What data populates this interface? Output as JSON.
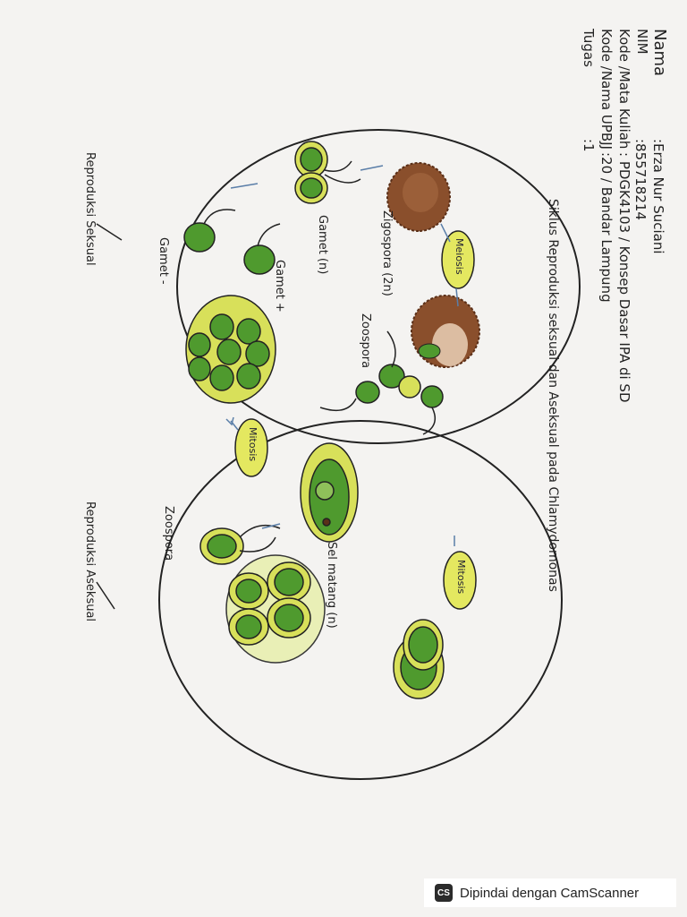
{
  "header": {
    "nama_label": "Nama",
    "nama_value": ":Erza Nur Suciani",
    "nim_label": "NIM",
    "nim_value": ":855718214",
    "kode_mk_label": "Kode /Mata Kuliah",
    "kode_mk_value": ": PDGK4103 / Konsep Dasar IPA di SD",
    "kode_upbjj_label": "Kode /Nama UPBJJ",
    "kode_upbjj_value": ":20 / Bandar Lampung",
    "tugas_label": "Tugas",
    "tugas_value": ":1"
  },
  "title": "Siklus Reproduksi seksual dan Aseksual pada Chlamydomonas",
  "labels": {
    "reproduksi_seksual": "Reproduksi Seksual",
    "reproduksi_aseksual": "Reproduksi Aseksual",
    "zigospora": "Zigospora (2n)",
    "zoospora_top": "Zoospora",
    "zoospora_bottom": "Zoospora",
    "gamet_n": "Gamet (n)",
    "gamet_plus": "Gamet +",
    "gamet_minus": "Gamet -",
    "sel_matang": "Sel matang (n)",
    "meiosis": "Meiosis",
    "mitosis_left": "Mitosis",
    "mitosis_right": "Mitosis"
  },
  "colors": {
    "cell_green": "#4f9a2e",
    "cell_yellow": "#d8e05a",
    "zygospore_brown": "#8a4f2c",
    "pill_yellow": "#e4e860",
    "outline": "#222222"
  },
  "footer": {
    "logo": "CS",
    "text": "Dipindai dengan CamScanner"
  }
}
